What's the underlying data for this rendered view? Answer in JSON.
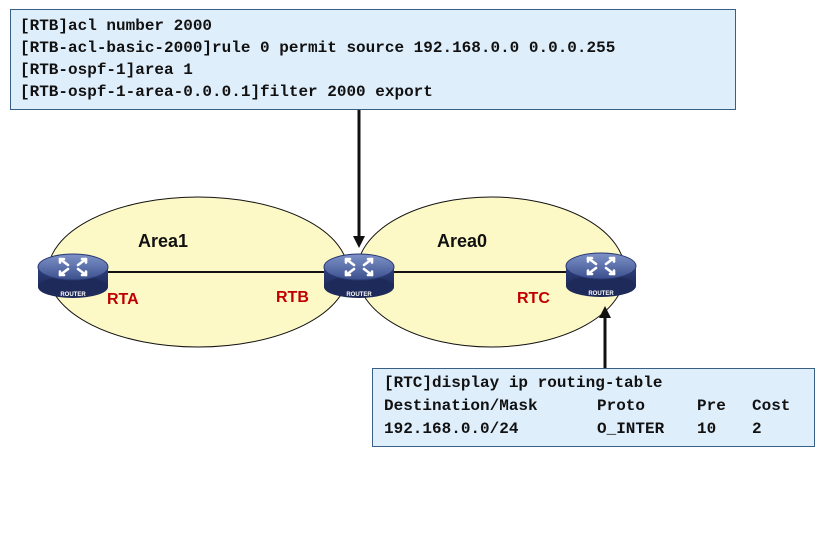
{
  "rtb_config": [
    "[RTB]acl number 2000",
    "[RTB-acl-basic-2000]rule 0 permit source 192.168.0.0 0.0.0.255",
    "[RTB-ospf-1]area 1",
    "[RTB-ospf-1-area-0.0.0.1]filter 2000 export"
  ],
  "areas": [
    {
      "label": "Area1"
    },
    {
      "label": "Area0"
    }
  ],
  "routers": [
    {
      "name": "RTA",
      "icon_text": "ROUTER",
      "icon": "router-icon"
    },
    {
      "name": "RTB",
      "icon_text": "ROUTER",
      "icon": "router-icon"
    },
    {
      "name": "RTC",
      "icon_text": "ROUTER",
      "icon": "router-icon"
    }
  ],
  "rtc_output": {
    "command": "[RTC]display ip routing-table",
    "headers": [
      "Destination/Mask",
      "Proto",
      "Pre",
      "Cost"
    ],
    "row": [
      "192.168.0.0/24",
      "O_INTER",
      "10",
      "2"
    ]
  },
  "colors": {
    "area_fill": "#fdf9c6",
    "box_fill": "#dfeefb",
    "router_label": "#c00000"
  }
}
